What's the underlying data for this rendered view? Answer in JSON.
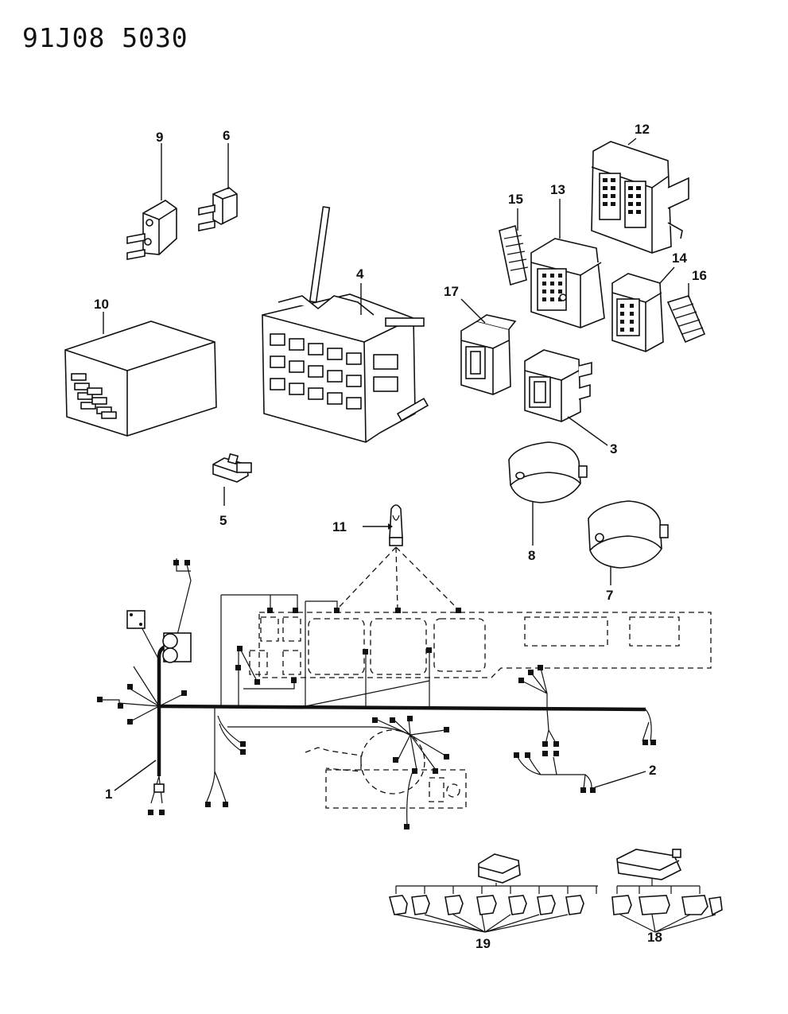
{
  "header": {
    "code": "91J08 5030"
  },
  "callouts": {
    "c1": "1",
    "c2": "2",
    "c3": "3",
    "c4": "4",
    "c5": "5",
    "c6": "6",
    "c7": "7",
    "c8": "8",
    "c9": "9",
    "c10": "10",
    "c11": "11",
    "c12": "12",
    "c13": "13",
    "c14": "14",
    "c15": "15",
    "c16": "16",
    "c17": "17",
    "c18": "18",
    "c19": "19"
  }
}
